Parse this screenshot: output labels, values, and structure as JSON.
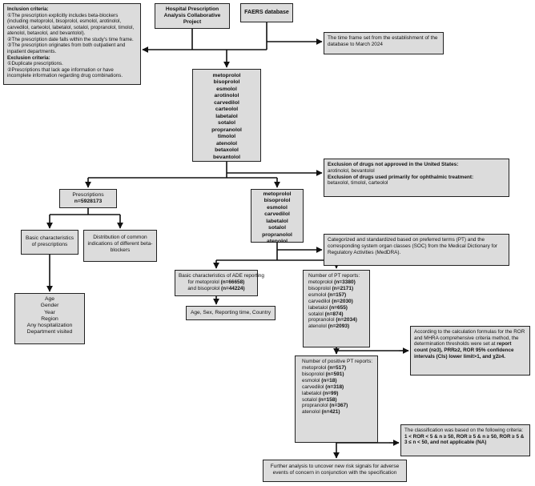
{
  "inclusion": {
    "title": "Inclusion criteria:",
    "items": [
      "①The prescription explicitly includes beta-blockers (including metoprolol, bisoprolol, esmolol, arotinolol, carvedilol, carteolol, labetalol, sotalol, propranolol, timolol, atenolol, betaxolol, and bevantolol).",
      "②The prescription date falls within the study's time frame.",
      "③The prescription originates from both outpatient and inpatient departments."
    ],
    "exclusion_title": "Exclusion criteria:",
    "exclusion_items": [
      "①Duplicate prescriptions.",
      "②Prescriptions that lack age information or have incomplete information regarding drug combinations."
    ]
  },
  "source_hospital": "Hospital Prescription Analysis Collaborative Project",
  "source_faers": "FAERS database",
  "timeframe": "The time frame set from the establishment of the database to March 2024",
  "all_drugs": [
    "metoprolol",
    "bisoprolol",
    "esmolol",
    "arotinolol",
    "carvedilol",
    "carteolol",
    "labetalol",
    "sotalol",
    "propranolol",
    "timolol",
    "atenolol",
    "betaxolol",
    "bevantolol"
  ],
  "excl_drugs": {
    "title1": "Exclusion of drugs not approved in the United States:",
    "list1": "arotinolol, bevantolol",
    "title2": "Exclusion of drugs used primarily for ophthalmic treatment:",
    "list2": "betaxolol, timolol, carteolol"
  },
  "prescriptions": {
    "label": "Prescriptions",
    "n": "n=5928173"
  },
  "basic_rx": "Basic characteristics of prescriptions",
  "distribution": "Distribution of common indications of different beta-blockers",
  "rx_chars": [
    "Age",
    "Gender",
    "Year",
    "Region",
    "Any hospitalization",
    "Department visited"
  ],
  "faers_drugs": [
    "metoprolol",
    "bisoprolol",
    "esmolol",
    "carvedilol",
    "labetalol",
    "sotalol",
    "propranolol",
    "atenolol"
  ],
  "categorized": "Categorized and standardized based on preferred terms (PT) and the corresponding system organ classes (SOC) from the Medical Dictionary for Regulatory Activities (MedDRA).",
  "ade_basic": {
    "line1": "Basic characteristics of ADE reporting",
    "line2": "for metoprolol",
    "n1": "(n=66658)",
    "line3": "and bisoprolol",
    "n2": "(n=44224)"
  },
  "ade_chars": "Age, Sex, Reporting time, Country",
  "pt_reports": {
    "title": "Number of PT reports:",
    "rows": [
      {
        "drug": "metoprolol",
        "n": "(n=3380)"
      },
      {
        "drug": "bisoprolol",
        "n": "(n=2171)"
      },
      {
        "drug": "esmolol",
        "n": "(n=157)"
      },
      {
        "drug": "carvedilol",
        "n": "(n=2030)"
      },
      {
        "drug": "labetalol",
        "n": "(n=655)"
      },
      {
        "drug": "sotalol",
        "n": "(n=874)"
      },
      {
        "drug": "propranolol",
        "n": "(n=2034)"
      },
      {
        "drug": "atenolol",
        "n": "(n=2093)"
      }
    ]
  },
  "criteria": {
    "text": "According to the calculation formulas for the ROR and MHRA comprehensive criteria method, the determination thresholds were set at",
    "bold": "report count (n≥3), PRR≥2, ROR 95% confidence intervals (CIs) lower limit>1, and χ2≥4."
  },
  "positive_pt": {
    "title": "Number of positive PT reports:",
    "rows": [
      {
        "drug": "metoprolol",
        "n": "(n=517)"
      },
      {
        "drug": "bisoprolol",
        "n": "(n=591)"
      },
      {
        "drug": "esmolol",
        "n": "(n=18)"
      },
      {
        "drug": "carvedilol",
        "n": "(n=318)"
      },
      {
        "drug": "labetalol",
        "n": "(n=99)"
      },
      {
        "drug": "sotalol",
        "n": "(n=158)"
      },
      {
        "drug": "propranolol",
        "n": "(n=367)"
      },
      {
        "drug": "atenolol",
        "n": "(n=421)"
      }
    ]
  },
  "classification": {
    "text": "The classification was based on the following criteria:",
    "bold": "1 < ROR < 5 & n ≥ 50, ROR ≥ 5 & n ≥ 50, ROR ≥ 5 & 3 ≤ n < 50, and not applicable (NA)"
  },
  "further": "Further analysis to uncover new risk signals for adverse events of concern in conjunction with the specification"
}
